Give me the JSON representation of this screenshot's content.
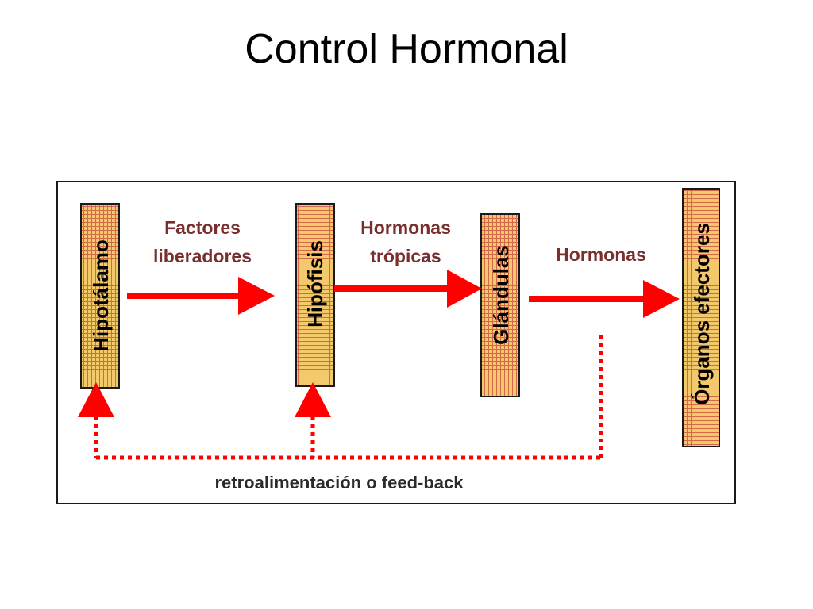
{
  "title": "Control Hormonal",
  "glands": {
    "hipotalamo": "Hipotálamo",
    "hipofisis": "Hipófisis",
    "glandulas": "Glándulas",
    "organos": "Órganos efectores"
  },
  "flows": {
    "factores_line1": "Factores",
    "factores_line2": "liberadores",
    "tropicas_line1": "Hormonas",
    "tropicas_line2": "trópicas",
    "hormonas": "Hormonas"
  },
  "feedback": "retroalimentación o feed-back",
  "colors": {
    "box_fill": "#f3c96b",
    "box_grid": "#d26a4a",
    "arrow": "#ff0000",
    "flow_text": "#7a2e2e"
  }
}
